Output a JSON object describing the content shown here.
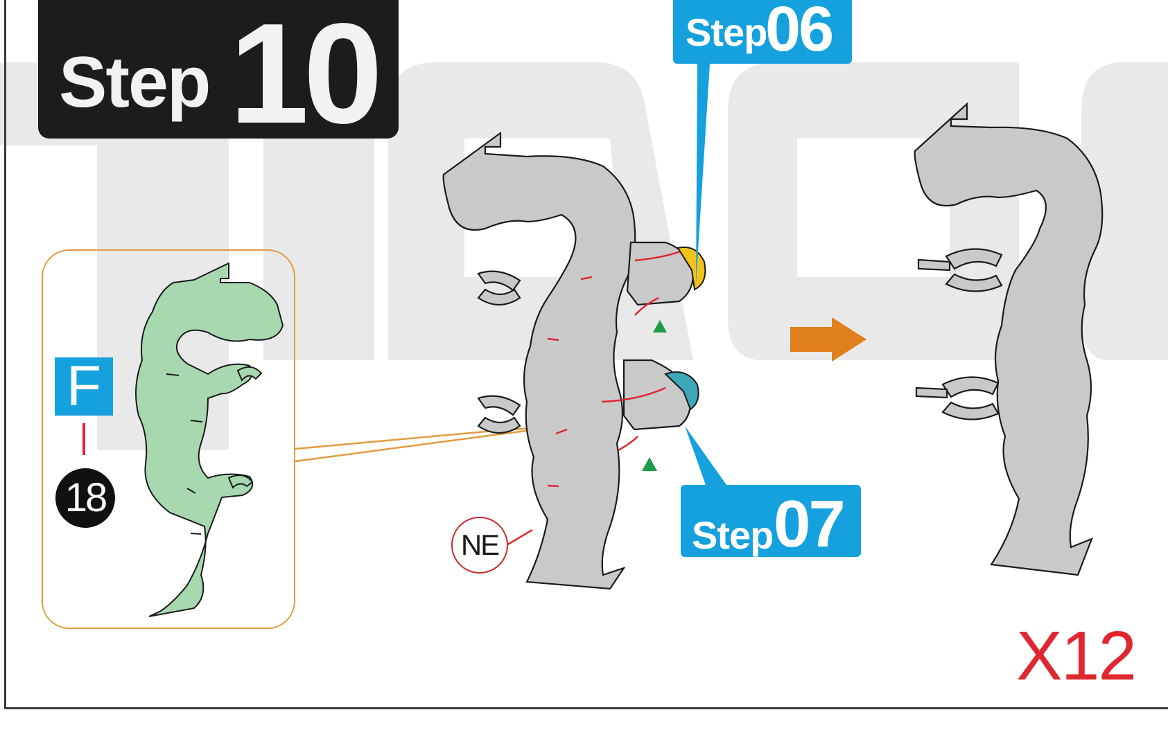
{
  "step": {
    "word": "Step",
    "number": "10"
  },
  "callouts": [
    {
      "word": "Step",
      "number": "06",
      "color": "#15a1dd"
    },
    {
      "word": "Step",
      "number": "07",
      "color": "#15a1dd"
    }
  ],
  "part": {
    "sheet": "F",
    "number": "18",
    "fill_color": "#a7d8b0",
    "box_color": "#e29a3f"
  },
  "ne_tag": "NE",
  "quantity": "X12",
  "colors": {
    "piece_gray": "#c9c9c9",
    "arrow": "#e07f1e",
    "marker": "#1f9a48",
    "accent_red": "#e0262e",
    "tab_yellow": "#f2c21a",
    "tab_teal": "#3ea7b9"
  }
}
